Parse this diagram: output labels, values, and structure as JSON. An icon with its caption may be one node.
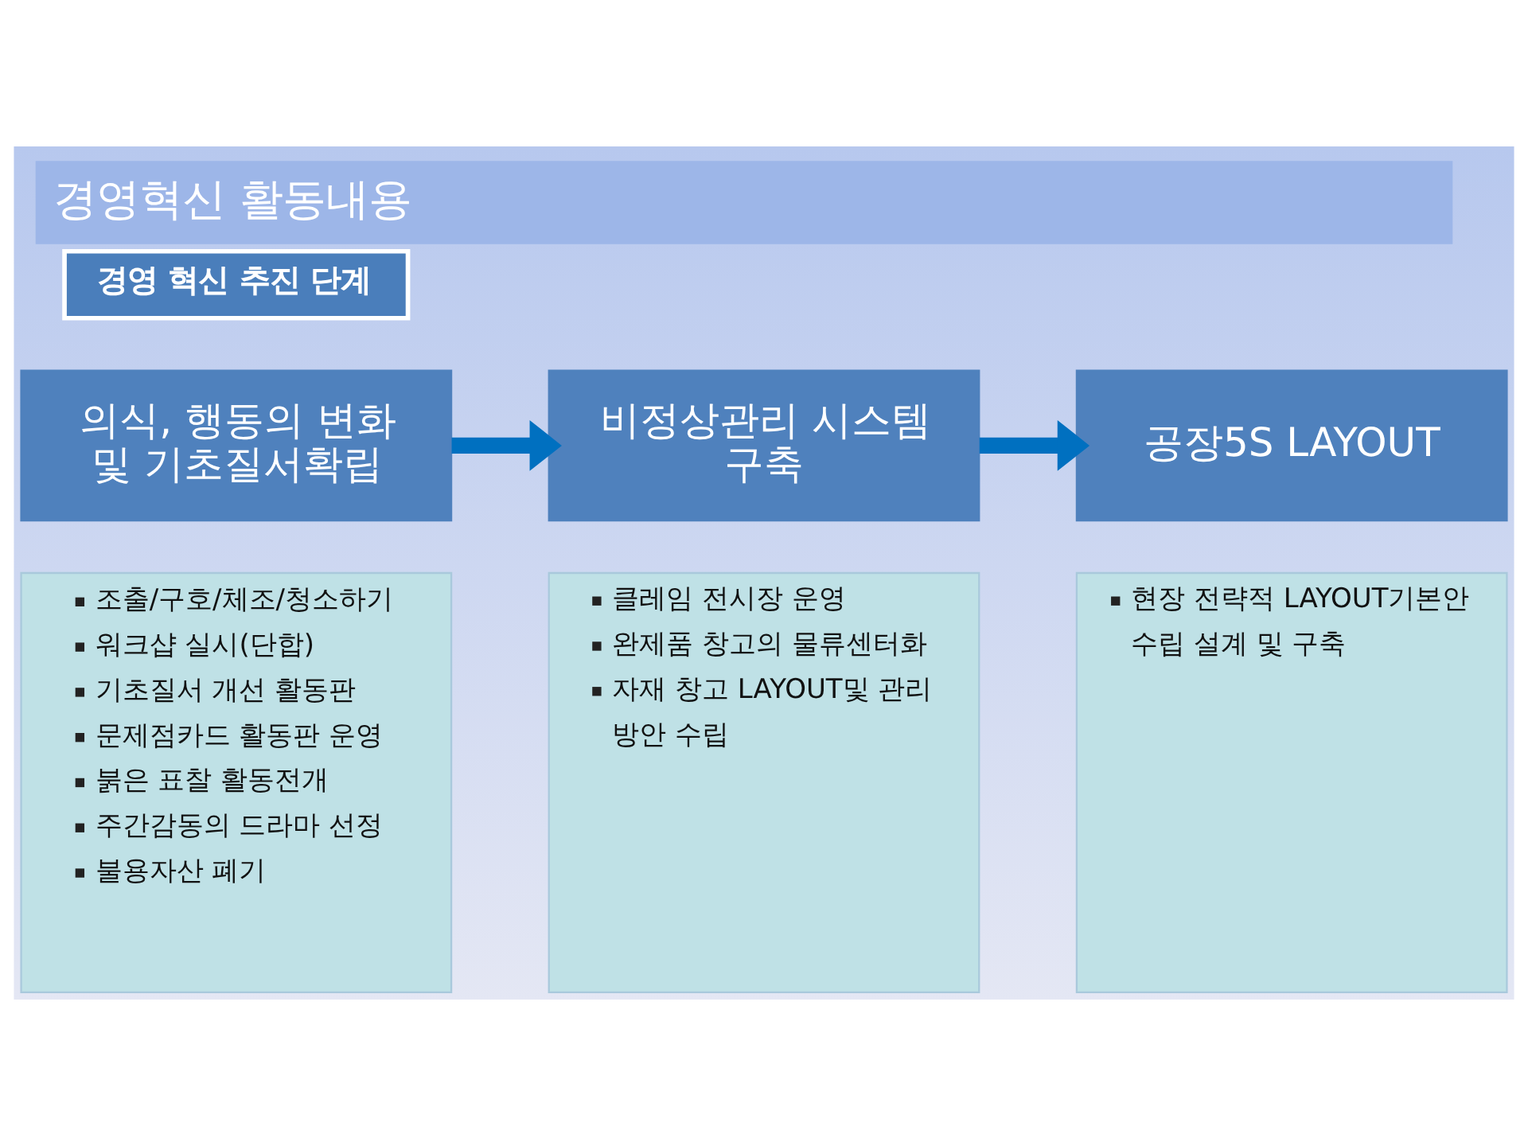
{
  "diagram": {
    "title": "경영혁신 활동내용",
    "nodes": [
      {
        "text": [
          "경영 혁신 추진 단계"
        ]
      },
      {
        "text": [
          "의식, 행동의 변화 및 기초질서확립"
        ]
      },
      {
        "text": [
          "조출/구호/체조/청소하기",
          "워크샵 실시(단합)",
          "기초질서 개선 활동판",
          "문제점카드 활동판 운영",
          "붉은 표찰 활동전개",
          "주간감동의 드라마 선정",
          "불용자산 폐기"
        ]
      },
      {
        "text": [
          "비정상관리 시스템 구축"
        ]
      },
      {
        "text": [
          "클레임 전시장 운영",
          "완제품 창고의 물류센터화",
          "자재 창고 LAYOUT및 관리 방안 수립"
        ]
      },
      {
        "text": [
          "공장5S LAYOUT"
        ]
      },
      {
        "text": [
          "현장 전략적 LAYOUT기본안 수립 설계 및 구축"
        ]
      }
    ],
    "edges": [
      {
        "from": 1,
        "to": 3,
        "arrow": "to"
      },
      {
        "from": 3,
        "to": 5,
        "arrow": "to"
      }
    ]
  }
}
